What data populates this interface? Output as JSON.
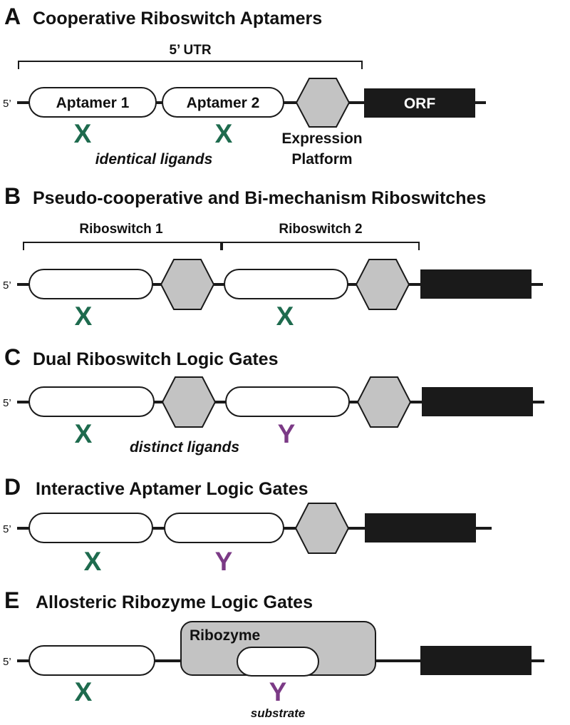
{
  "panels": {
    "A": {
      "letter": "A",
      "title": "Cooperative Riboswitch Aptamers",
      "bracket": "5’ UTR",
      "five_prime": "5’",
      "aptamer1": "Aptamer 1",
      "aptamer2": "Aptamer 2",
      "orf": "ORF",
      "ligand1": "X",
      "ligand2": "X",
      "note": "identical ligands",
      "expression_line1": "Expression",
      "expression_line2": "Platform"
    },
    "B": {
      "letter": "B",
      "title": "Pseudo-cooperative and Bi-mechanism Riboswitches",
      "bracket1": "Riboswitch 1",
      "bracket2": "Riboswitch 2",
      "five_prime": "5’",
      "ligand1": "X",
      "ligand2": "X"
    },
    "C": {
      "letter": "C",
      "title": "Dual Riboswitch Logic Gates",
      "five_prime": "5’",
      "ligand1": "X",
      "ligand2": "Y",
      "note": "distinct ligands"
    },
    "D": {
      "letter": "D",
      "title": "Interactive Aptamer Logic Gates",
      "five_prime": "5’",
      "ligand1": "X",
      "ligand2": "Y"
    },
    "E": {
      "letter": "E",
      "title": "Allosteric Ribozyme Logic Gates",
      "five_prime": "5’",
      "ribozyme": "Ribozyme",
      "ligand1": "X",
      "ligand2": "Y",
      "note": "substrate"
    }
  },
  "colors": {
    "ligand_x": "#1e6b4e",
    "ligand_y": "#7b3a86",
    "hexagon": "#c3c3c3",
    "orf": "#1a1a1a"
  }
}
